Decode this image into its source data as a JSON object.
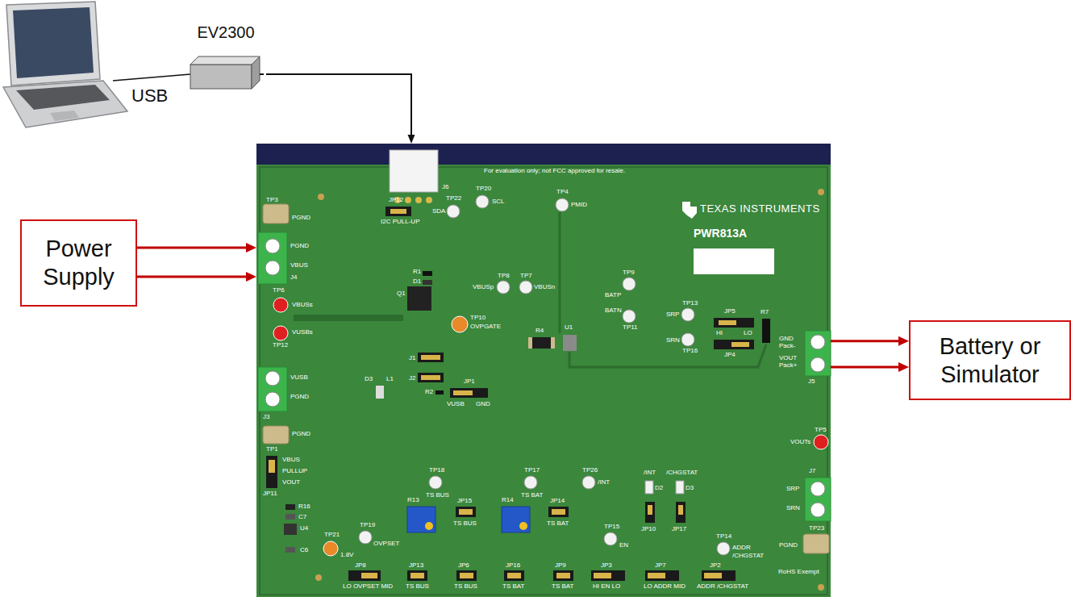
{
  "diagram": {
    "nodes": [
      {
        "text": [
          "EV2300"
        ]
      },
      {
        "text": [
          "Power Supply"
        ]
      },
      {
        "text": [
          "For evaluation only; not FCC approved for resale.",
          "TEXAS INSTRUMENTS",
          "PWR813A"
        ]
      },
      {
        "text": [
          "Battery or Simulator"
        ]
      }
    ],
    "edges": [
      {
        "from": 0,
        "to": 2,
        "arrow": "to"
      },
      {
        "from": 1,
        "to": 2,
        "arrow": "to"
      },
      {
        "from": 1,
        "to": 2,
        "arrow": "to"
      },
      {
        "from": 2,
        "to": 3,
        "arrow": "to"
      },
      {
        "from": 2,
        "to": 3,
        "arrow": "to"
      }
    ],
    "labels": [
      "USB",
      "J6",
      "TP3",
      "PGND",
      "JP12",
      "I2C PULL-UP",
      "TP22",
      "SDA",
      "TP20",
      "SCL",
      "TP4",
      "PMID",
      "PGND",
      "VBUS",
      "J4",
      "TP6",
      "VBUSs",
      "VUSBs",
      "TP12",
      "R1",
      "D1",
      "Q1",
      "TP10",
      "OVPGATE",
      "TP8",
      "VBUSp",
      "TP7",
      "VBUSn",
      "R4",
      "U1",
      "TP9",
      "BATP",
      "BATN",
      "TP11",
      "TP13",
      "SRP",
      "JP5",
      "HI",
      "LO",
      "JP4",
      "R7",
      "GND",
      "Pack-",
      "VOUT",
      "Pack+",
      "J5",
      "SRN",
      "TP16",
      "J1",
      "J2",
      "VUSB",
      "PGND",
      "J3",
      "D3",
      "L1",
      "R2",
      "JP1",
      "VUSB",
      "GND",
      "TP1",
      "PGND",
      "TP5",
      "VOUTs",
      "J7",
      "SRP",
      "SRN",
      "TP23",
      "PGND",
      "VBUS",
      "PULLUP",
      "VOUT",
      "JP11",
      "R16",
      "C7",
      "U4",
      "C6",
      "TP21",
      "1.8V",
      "TP19",
      "OVPSET",
      "TP18",
      "TS BUS",
      "TP17",
      "TS BAT",
      "TP26",
      "/INT",
      "/INT",
      "/CHGSTAT",
      "D2",
      "D3",
      "JP10",
      "JP17",
      "R13",
      "R14",
      "JP15",
      "TS BUS",
      "JP14",
      "TS BAT",
      "TP15",
      "EN",
      "TP14",
      "ADDR",
      "/CHGSTAT",
      "JP8",
      "LO OVPSET MID",
      "JP13",
      "TS BUS",
      "JP6",
      "TS BUS",
      "JP16",
      "TS BAT",
      "JP9",
      "TS BAT",
      "JP3",
      "HI EN LO",
      "JP7",
      "LO ADDR MID",
      "JP2",
      "ADDR /CHGSTAT",
      "RoHS Exempt"
    ]
  }
}
